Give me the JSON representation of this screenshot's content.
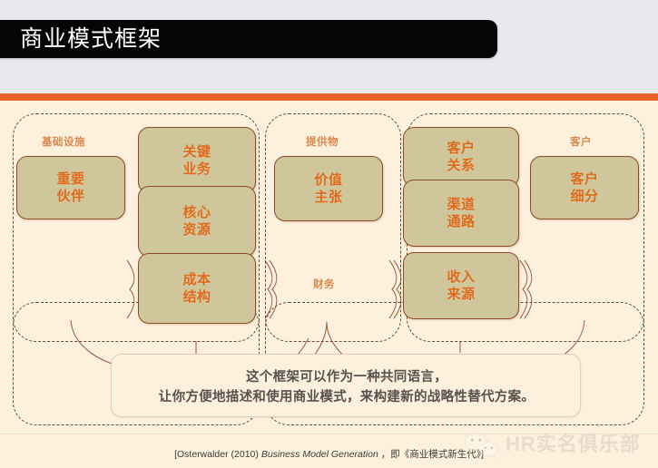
{
  "header": {
    "title": "商业模式框架",
    "accent_color": "#e8642a",
    "bar_color": "#050505"
  },
  "canvas": {
    "background_color": "#fdf0dc",
    "block_fill": "#cfc79b",
    "block_border": "#8d4a2a",
    "block_text_color": "#e06a1b",
    "region_border_color": "#6b4a32",
    "region_label_color": "#d98a4e"
  },
  "regions": [
    {
      "key": "infrastructure",
      "label": "基础设施"
    },
    {
      "key": "offering",
      "label": "提供物"
    },
    {
      "key": "customer",
      "label": "客户"
    },
    {
      "key": "cost",
      "label": ""
    },
    {
      "key": "finance",
      "label": "财务"
    }
  ],
  "blocks": [
    {
      "key": "key-partners",
      "label": "重要\n伙伴"
    },
    {
      "key": "key-activities",
      "label": "关键\n业务"
    },
    {
      "key": "key-resources",
      "label": "核心\n资源"
    },
    {
      "key": "cost-structure",
      "label": "成本\n结构"
    },
    {
      "key": "value-proposition",
      "label": "价值\n主张"
    },
    {
      "key": "customer-relations",
      "label": "客户\n关系"
    },
    {
      "key": "channels",
      "label": "渠道\n通路"
    },
    {
      "key": "revenue-streams",
      "label": "收入\n来源"
    },
    {
      "key": "customer-segments",
      "label": "客户\n细分"
    }
  ],
  "caption": {
    "text": "这个框架可以作为一种共同语言，\n让你方便地描述和使用商业模式，来构建新的战略性替代方案。"
  },
  "citation": {
    "prefix": "[Osterwalder (2010)  ",
    "work": "Business Model Generation",
    "suffix": " ，即《商业模式新生代》]"
  },
  "watermark": {
    "text": "HR实名俱乐部",
    "icon": "wechat-icon"
  }
}
